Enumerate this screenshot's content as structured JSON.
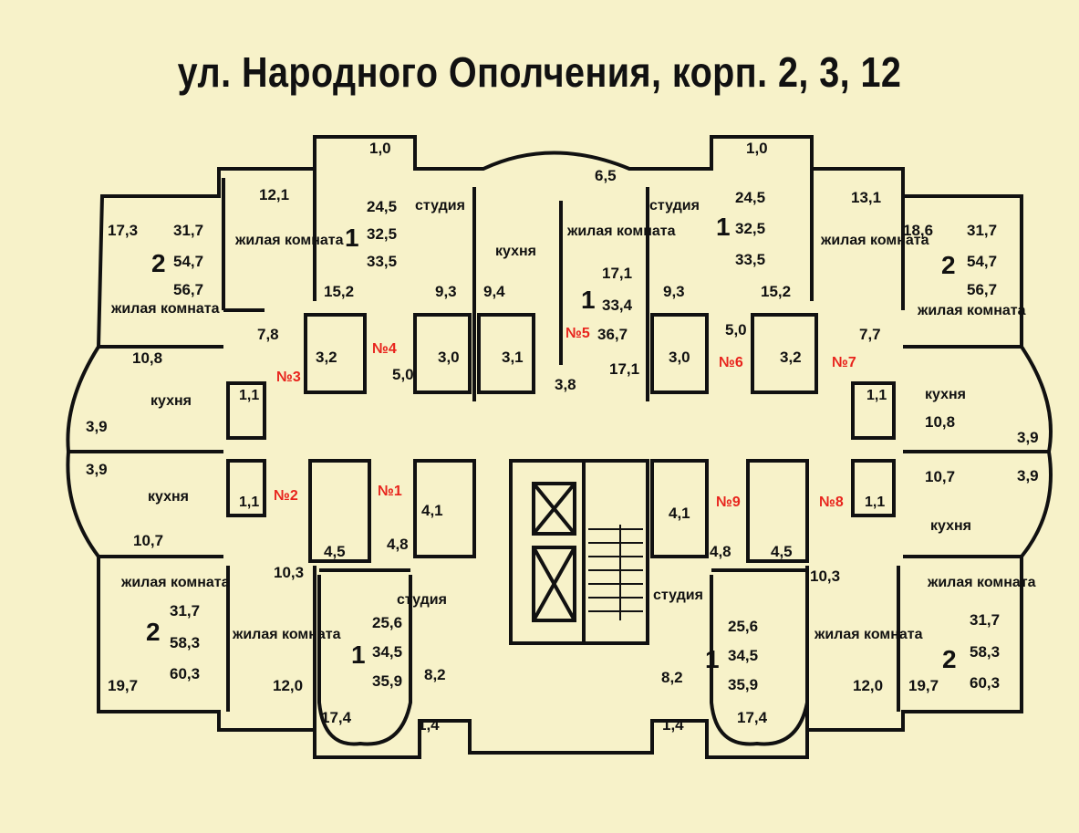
{
  "title": "ул. Народного Ополчения, корп. 2, 3, 12",
  "apartments": [
    {
      "no": "№1"
    },
    {
      "no": "№2"
    },
    {
      "no": "№3"
    },
    {
      "no": "№4"
    },
    {
      "no": "№5"
    },
    {
      "no": "№6"
    },
    {
      "no": "№7"
    },
    {
      "no": "№8"
    },
    {
      "no": "№9"
    }
  ],
  "rooms": {
    "studio": "студия",
    "living": "жилая комната",
    "kitchen": "кухня"
  },
  "areas": {
    "a_1_0": "1,0",
    "a_6_5": "6,5",
    "a_12_1": "12,1",
    "a_13_1": "13,1",
    "a_17_3": "17,3",
    "a_18_6": "18,6",
    "a_24_5": "24,5",
    "a_32_5": "32,5",
    "a_33_5": "33,5",
    "a_31_7": "31,7",
    "a_54_7": "54,7",
    "a_56_7": "56,7",
    "a_17_1": "17,1",
    "a_33_4": "33,4",
    "a_36_7": "36,7",
    "a_15_2": "15,2",
    "a_9_3": "9,3",
    "a_9_4": "9,4",
    "a_7_8": "7,8",
    "a_7_7": "7,7",
    "a_5_0": "5,0",
    "a_3_2": "3,2",
    "a_3_0": "3,0",
    "a_3_1": "3,1",
    "a_3_8": "3,8",
    "a_10_8": "10,8",
    "a_10_7": "10,7",
    "a_3_9": "3,9",
    "a_1_1": "1,1",
    "a_4_1": "4,1",
    "a_4_5": "4,5",
    "a_4_8": "4,8",
    "a_10_3": "10,3",
    "a_25_6": "25,6",
    "a_34_5": "34,5",
    "a_35_9": "35,9",
    "a_58_3": "58,3",
    "a_60_3": "60,3",
    "a_8_2": "8,2",
    "a_12_0": "12,0",
    "a_19_7": "19,7",
    "a_17_4": "17,4",
    "a_1_4": "1,4"
  },
  "rooms_count": {
    "one": "1",
    "two": "2"
  },
  "colors": {
    "background": "#f7f2c9",
    "wall": "#111111",
    "label_red": "#e8231c"
  }
}
